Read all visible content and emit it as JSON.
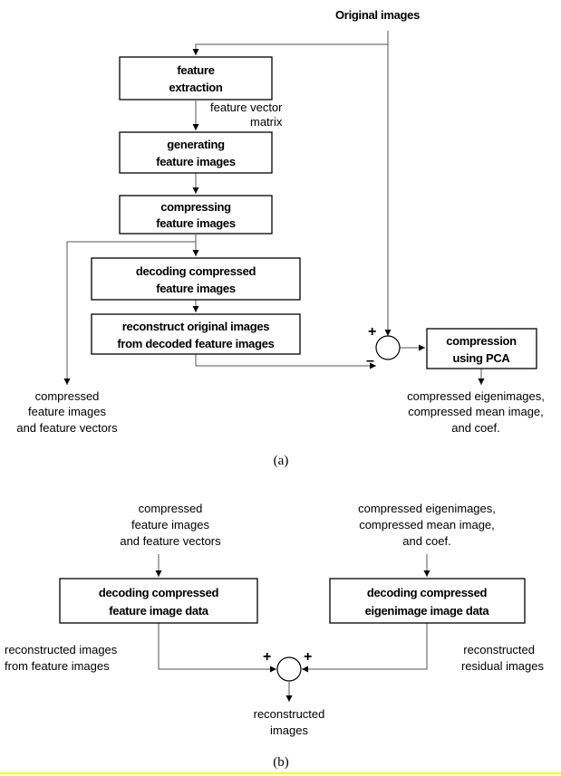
{
  "part_a": {
    "input_label": "Original images",
    "boxes": {
      "feature_extraction": [
        "feature",
        "extraction"
      ],
      "generating_feature_images": [
        "generating",
        "feature images"
      ],
      "compressing_feature_images": [
        "compressing",
        "feature images"
      ],
      "decoding_compressed_feature_images": [
        "decoding compressed",
        "feature images"
      ],
      "reconstruct_original_images": [
        "reconstruct original images",
        "from decoded feature images"
      ],
      "compression_using_pca": [
        "compression",
        "using PCA"
      ]
    },
    "feature_vector_label": [
      "feature vector",
      "matrix"
    ],
    "output_left": [
      "compressed",
      "feature images",
      "and feature vectors"
    ],
    "output_right": [
      "compressed eigenimages,",
      "compressed mean image,",
      "and coef."
    ],
    "plus_sign": "+",
    "minus_sign": "–",
    "caption": "(a)"
  },
  "part_b": {
    "input_left": [
      "compressed",
      "feature images",
      "and feature vectors"
    ],
    "input_right": [
      "compressed eigenimages,",
      "compressed mean image,",
      "and coef."
    ],
    "boxes": {
      "decoding_feature_image_data": [
        "decoding compressed",
        "feature image data"
      ],
      "decoding_eigenimage_data": [
        "decoding compressed",
        "eigenimage image data"
      ]
    },
    "label_left": [
      "reconstructed images",
      "from feature images"
    ],
    "label_right": [
      "reconstructed",
      "residual images"
    ],
    "plus_left": "+",
    "plus_right": "+",
    "output": [
      "reconstructed",
      "images"
    ],
    "caption": "(b)"
  },
  "colors": {
    "bottom_rule": "#ffff00",
    "wire": "#555555"
  }
}
